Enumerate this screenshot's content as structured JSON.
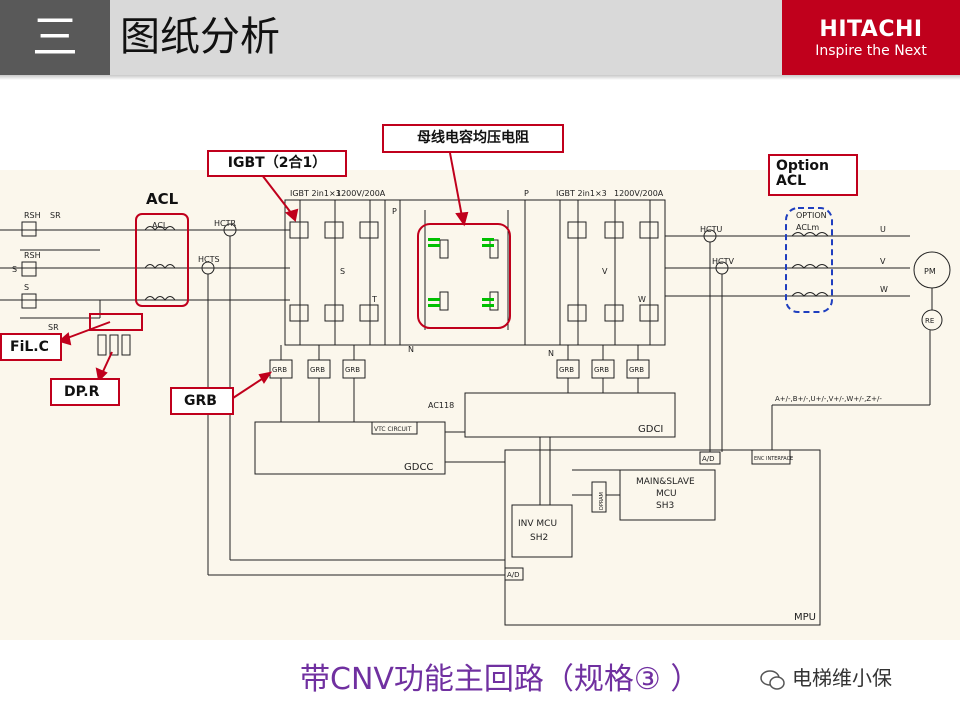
{
  "header": {
    "section_number": "三",
    "title": "图纸分析",
    "logo_word": "HITACHI",
    "logo_tagline": "Inspire the Next"
  },
  "callouts": {
    "igbt": "IGBT（2合1）",
    "bus_resistor": "母线电容均压电阻",
    "option_acl_1": "Option",
    "option_acl_2": "ACL",
    "acl": "ACL",
    "filc": "FiL.C",
    "dpr": "DP.R",
    "grb": "GRB"
  },
  "schematic_labels": {
    "rsh_top": "RSH",
    "sr_top": "SR",
    "rsh_mid": "RSH",
    "s_left": "S",
    "s_bottom": "S",
    "sr_bottom": "SR",
    "acl_box": "ACL",
    "hctr": "HCTR",
    "hcts": "HCTS",
    "igbt_spec_left": "IGBT 2in1×3",
    "rating_left": "1200V/200A",
    "p_left": "P",
    "s_node": "S",
    "t_node": "T",
    "n_left": "N",
    "p_right": "P",
    "igbt_spec_right": "IGBT 2in1×3",
    "rating_right": "1200V/200A",
    "v_node": "V",
    "w_node": "W",
    "n_right": "N",
    "hctu": "HCTU",
    "hctv": "HCTV",
    "option_box": "OPTION",
    "aclm": "ACLm",
    "u_out": "U",
    "v_out": "V",
    "w_out": "W",
    "pm": "PM",
    "re": "RE",
    "grb_1": "GRB",
    "grb_2": "GRB",
    "grb_3": "GRB",
    "grb_4": "GRB",
    "grb_5": "GRB",
    "grb_6": "GRB",
    "ac118": "AC118",
    "vtc": "VTC CIRCUIT",
    "gdci": "GDCI",
    "gdcc": "GDCC",
    "ad_top": "A/D",
    "interface": "ENC INTERFACE",
    "encoder_signals": "A+/-,B+/-,U+/-,V+/-,W+/-,Z+/-",
    "main_mcu_1": "MAIN&SLAVE",
    "main_mcu_2": "MCU",
    "main_mcu_3": "SH3",
    "dpram": "DPRAM",
    "inv_mcu_1": "INV MCU",
    "inv_mcu_2": "SH2",
    "ad_bottom": "A/D",
    "mpu": "MPU"
  },
  "caption": "带CNV功能主回路（规格③ ）",
  "watermark": "电梯维小保",
  "colors": {
    "accent_red": "#c0001c",
    "header_gray": "#d9d9d9",
    "section_dark": "#595959",
    "caption_purple": "#7030a0",
    "cap_green": "#00c000",
    "option_blue": "#1f3fbf"
  }
}
